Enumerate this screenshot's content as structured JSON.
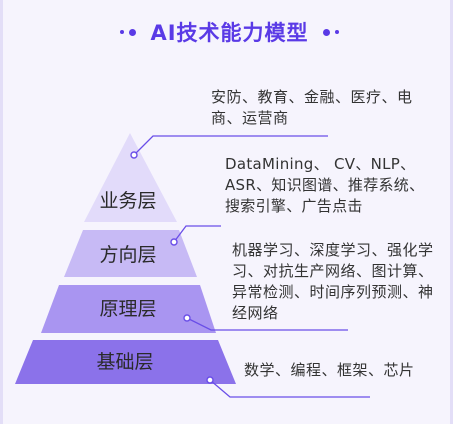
{
  "title": "AI技术能力模型",
  "colors": {
    "accent": "#5a3ae6",
    "layer_top": "#e2dbfa",
    "layer_2": "#c7baf5",
    "layer_3": "#a995f1",
    "layer_bottom": "#8b72ea"
  },
  "layers": [
    {
      "label": "业务层",
      "desc": "安防、教育、金融、医疗、电商、运营商"
    },
    {
      "label": "方向层",
      "desc": "DataMining、 CV、NLP、ASR、知识图谱、推荐系统、搜索引擎、广告点击"
    },
    {
      "label": "原理层",
      "desc": "机器学习、深度学习、强化学习、对抗生产网络、图计算、异常检测、时间序列预测、神经网络"
    },
    {
      "label": "基础层",
      "desc": "数学、编程、框架、芯片"
    }
  ]
}
